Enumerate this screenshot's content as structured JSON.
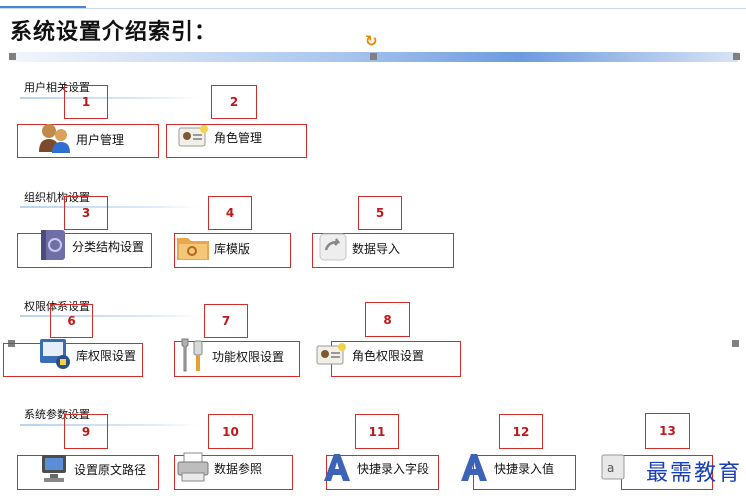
{
  "document": {
    "title": "系统设置介绍索引："
  },
  "sections": [
    {
      "label": "用户相关设置"
    },
    {
      "label": "组织机构设置"
    },
    {
      "label": "权限体系设置"
    },
    {
      "label": "系统参数设置"
    }
  ],
  "callouts": [
    "1",
    "2",
    "3",
    "4",
    "5",
    "6",
    "7",
    "8",
    "9",
    "10",
    "11",
    "12",
    "13"
  ],
  "items": [
    {
      "label": "用户管理",
      "icon": "users-icon"
    },
    {
      "label": "角色管理",
      "icon": "role-card-icon"
    },
    {
      "label": "分类结构设置",
      "icon": "book-icon"
    },
    {
      "label": "库模版",
      "icon": "folder-icon"
    },
    {
      "label": "数据导入",
      "icon": "import-arrow-icon"
    },
    {
      "label": "库权限设置",
      "icon": "library-permission-icon"
    },
    {
      "label": "功能权限设置",
      "icon": "tools-icon"
    },
    {
      "label": "角色权限设置",
      "icon": "role-card-icon"
    },
    {
      "label": "设置原文路径",
      "icon": "computer-icon"
    },
    {
      "label": "数据参照",
      "icon": "printer-icon"
    },
    {
      "label": "快捷录入字段",
      "icon": "letter-a-icon"
    },
    {
      "label": "快捷录入值",
      "icon": "letter-a-icon"
    },
    {
      "label": "",
      "icon": "partial-icon"
    }
  ],
  "watermark": "最需教育",
  "colors": {
    "callout_border": "#d32c2c",
    "callout_text": "#c01818",
    "band": "#6d9ae0"
  }
}
